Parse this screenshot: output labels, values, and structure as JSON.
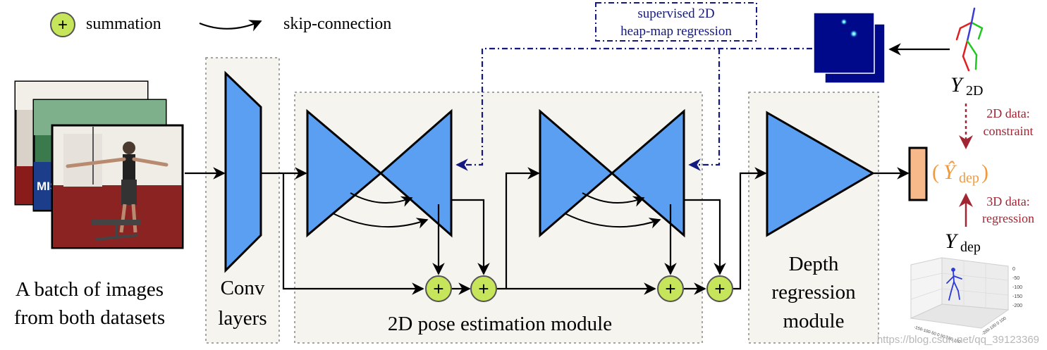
{
  "legend": {
    "sum_label": "summation",
    "skip_label": "skip-connection"
  },
  "input": {
    "caption_line1": "A batch of images",
    "caption_line2": "from both datasets",
    "photo_text": "MIST UN"
  },
  "conv": {
    "label_line1": "Conv",
    "label_line2": "layers"
  },
  "pose_module": {
    "label": "2D pose estimation module"
  },
  "depth_module": {
    "label_line1": "Depth",
    "label_line2": "regression",
    "label_line3": "module"
  },
  "supervision": {
    "line1": "supervised 2D",
    "line2": "heap-map regression"
  },
  "targets": {
    "y2d": "Y",
    "y2d_sub": "2D",
    "ydep_hat": "Ŷ",
    "ydep_hat_sub": "dep",
    "ydep": "Y",
    "ydep_sub": "dep",
    "open_paren": "(",
    "close_paren": ")"
  },
  "annotations": {
    "top_line1": "2D data:",
    "top_line2": "constraint",
    "bottom_line1": "3D data:",
    "bottom_line2": "regression"
  },
  "plot3d": {
    "ticks": [
      "0",
      "-50",
      "-100",
      "-150",
      "-200"
    ],
    "xticks": "-150-100-50 0 50 100 150",
    "yticks": "-200-100 0 100"
  },
  "watermark": "https://blog.csdn.net/qq_39123369",
  "colors": {
    "block_blue": "#5b9ff2",
    "sum_green": "#c6e55a",
    "output_orange": "#f8b98a",
    "dash_navy": "#141980",
    "annot_red": "#a02634",
    "hat_orange": "#f29a3a",
    "module_bg": "#f6f4ee"
  }
}
